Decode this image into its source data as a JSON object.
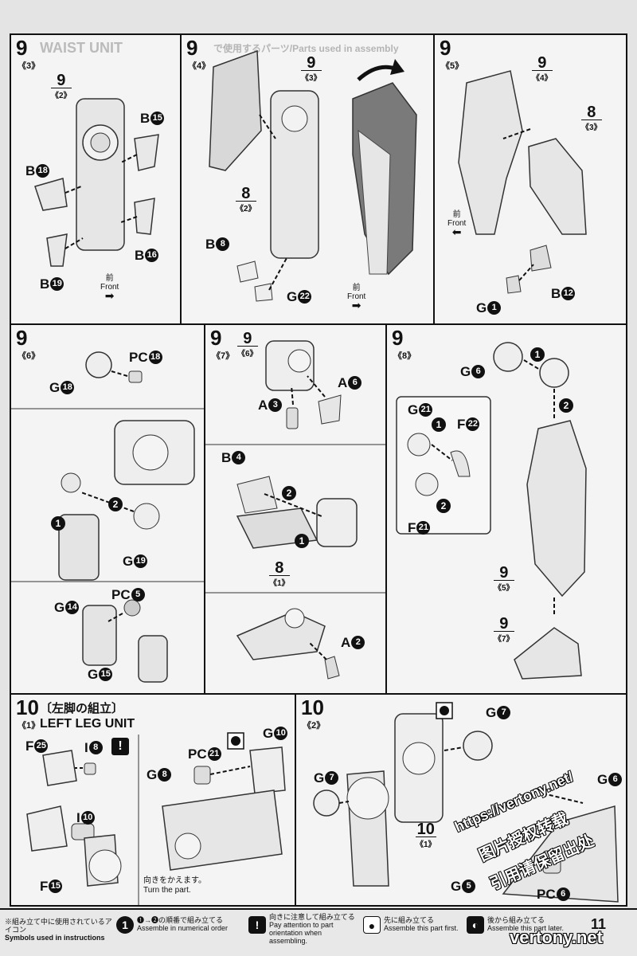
{
  "header": {
    "waist_unit": "WAIST UNIT",
    "faded_header": "で使用するパーツ/Parts used in assembly"
  },
  "p9_3": {
    "step": "9",
    "sub": "《3》",
    "ref_n": "9",
    "ref_s": "《2》",
    "labels": [
      {
        "t": "B",
        "n": "15"
      },
      {
        "t": "B",
        "n": "18"
      },
      {
        "t": "B",
        "n": "16"
      },
      {
        "t": "B",
        "n": "19"
      }
    ],
    "front_jp": "前",
    "front_en": "Front"
  },
  "p9_4": {
    "step": "9",
    "sub": "《4》",
    "ref_top_n": "9",
    "ref_top_s": "《3》",
    "ref_8_n": "8",
    "ref_8_s": "《2》",
    "labels": [
      {
        "t": "B",
        "n": "8"
      },
      {
        "t": "G",
        "n": "22"
      }
    ],
    "front_jp": "前",
    "front_en": "Front"
  },
  "p9_5": {
    "step": "9",
    "sub": "《5》",
    "ref_top_n": "9",
    "ref_top_s": "《4》",
    "ref_8_n": "8",
    "ref_8_s": "《3》",
    "labels": [
      {
        "t": "G",
        "n": "1"
      },
      {
        "t": "B",
        "n": "12"
      }
    ],
    "front_jp": "前",
    "front_en": "Front"
  },
  "p9_6": {
    "step": "9",
    "sub": "《6》",
    "labels": [
      {
        "t": "PC",
        "n": "18"
      },
      {
        "t": "G",
        "n": "18"
      },
      {
        "t": "G",
        "n": "19"
      },
      {
        "t": "PC",
        "n": "5"
      },
      {
        "t": "G",
        "n": "14"
      },
      {
        "t": "G",
        "n": "15"
      }
    ]
  },
  "p9_7": {
    "step": "9",
    "sub": "《7》",
    "ref_top_n": "9",
    "ref_top_s": "《6》",
    "ref_8_n": "8",
    "ref_8_s": "《1》",
    "labels": [
      {
        "t": "A",
        "n": "3"
      },
      {
        "t": "A",
        "n": "6"
      },
      {
        "t": "B",
        "n": "4"
      },
      {
        "t": "A",
        "n": "2"
      }
    ]
  },
  "p9_8": {
    "step": "9",
    "sub": "《8》",
    "ref_a_n": "9",
    "ref_a_s": "《5》",
    "ref_b_n": "9",
    "ref_b_s": "《7》",
    "labels": [
      {
        "t": "G",
        "n": "6"
      },
      {
        "t": "G",
        "n": "21"
      },
      {
        "t": "F",
        "n": "22"
      },
      {
        "t": "F",
        "n": "21"
      }
    ]
  },
  "p10_1": {
    "step": "10",
    "sub": "《1》",
    "title_jp": "〔左脚の組立〕",
    "title_en": "LEFT LEG UNIT",
    "labels": [
      {
        "t": "F",
        "n": "25"
      },
      {
        "t": "I",
        "n": "8"
      },
      {
        "t": "I",
        "n": "10"
      },
      {
        "t": "F",
        "n": "15"
      },
      {
        "t": "PC",
        "n": "21"
      },
      {
        "t": "G",
        "n": "10"
      },
      {
        "t": "G",
        "n": "8"
      }
    ],
    "turn_jp": "向きをかえます。",
    "turn_en": "Turn the part."
  },
  "p10_2": {
    "step": "10",
    "sub": "《2》",
    "ref_n": "10",
    "ref_s": "《1》",
    "labels": [
      {
        "t": "G",
        "n": "7"
      },
      {
        "t": "G",
        "n": "7"
      },
      {
        "t": "G",
        "n": "5"
      },
      {
        "t": "PC",
        "n": "6"
      },
      {
        "t": "G",
        "n": "6"
      }
    ]
  },
  "footer": {
    "symbols_jp": "※組み立て中に使用されているアイコン",
    "symbols_en": "Symbols used in instructions",
    "i1_jp": "❶→❷の順番で組み立てる",
    "i1_en": "Assemble in numerical order",
    "i2_jp": "向きに注意して組み立てる",
    "i2_en": "Pay attention to part orientation when assembling.",
    "i3_jp": "先に組み立てる",
    "i3_en": "Assemble this part first.",
    "i4_jp": "後から組み立てる",
    "i4_en": "Assemble this part later.",
    "page_number": "11"
  },
  "watermark": {
    "url": "https://vertony.net/",
    "cn1": "图片授权转载",
    "cn2": "引用请保留出处",
    "site": "vertony.net"
  }
}
